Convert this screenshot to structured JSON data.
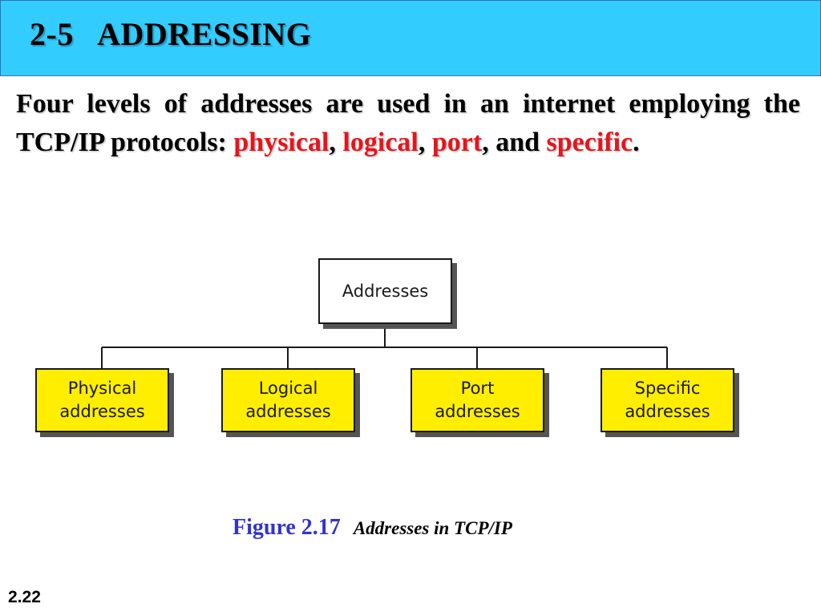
{
  "slide": {
    "title": "2-5   ADDRESSING",
    "page_number": "2.22"
  },
  "intro": {
    "part1": "Four levels of addresses are used in an internet employing the TCP/IP protocols: ",
    "kw1": "physical",
    "sep1": ", ",
    "kw2": "logical",
    "sep2": ", ",
    "kw3": "port",
    "sep3": ", and ",
    "kw4": "specific",
    "end": "."
  },
  "diagram": {
    "root": {
      "label": "Addresses"
    },
    "children": [
      {
        "line1": "Physical",
        "line2": "addresses"
      },
      {
        "line1": "Logical",
        "line2": "addresses"
      },
      {
        "line1": "Port",
        "line2": "addresses"
      },
      {
        "line1": "Specific",
        "line2": "addresses"
      }
    ]
  },
  "figure": {
    "number": "Figure 2.17",
    "caption": "Addresses in TCP/IP"
  },
  "colors": {
    "title_bar": "#33ccff",
    "keyword": "#e8141b",
    "leaf_fill": "#ffee00",
    "figure_number": "#3333cc"
  }
}
